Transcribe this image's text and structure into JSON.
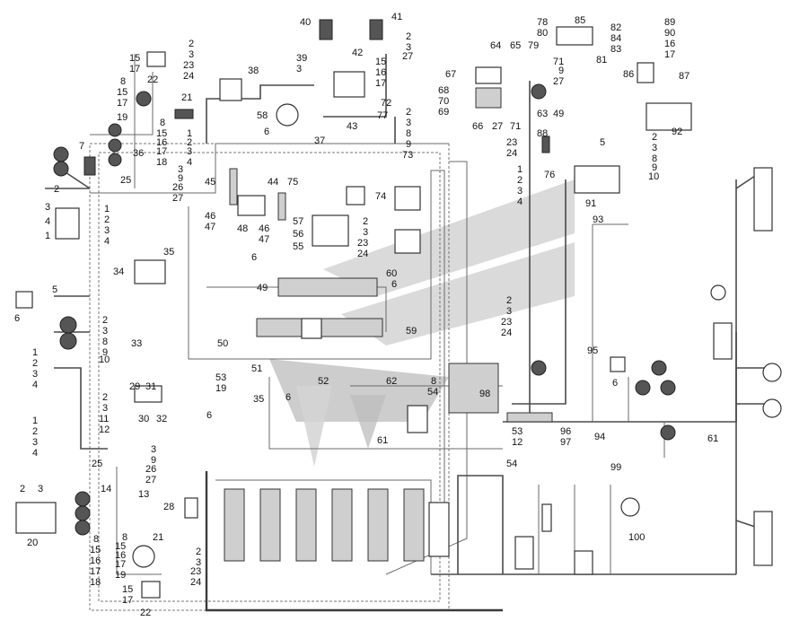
{
  "labels": [
    {
      "id": "l1",
      "text": "40"
    },
    {
      "id": "l2",
      "text": "41"
    },
    {
      "id": "l3",
      "text": "2"
    },
    {
      "id": "l4",
      "text": "3"
    },
    {
      "id": "l5",
      "text": "27"
    },
    {
      "id": "l6",
      "text": "42"
    },
    {
      "id": "l7",
      "text": "39"
    },
    {
      "id": "l8",
      "text": "3"
    },
    {
      "id": "l9",
      "text": "15"
    },
    {
      "id": "l10",
      "text": "16"
    },
    {
      "id": "l11",
      "text": "17"
    },
    {
      "id": "l12",
      "text": "72"
    },
    {
      "id": "l13",
      "text": "77"
    },
    {
      "id": "l14",
      "text": "38"
    },
    {
      "id": "l15",
      "text": "58"
    },
    {
      "id": "l16",
      "text": "6"
    },
    {
      "id": "l17",
      "text": "37"
    },
    {
      "id": "l18",
      "text": "43"
    },
    {
      "id": "l19",
      "text": "15"
    },
    {
      "id": "l20",
      "text": "17"
    },
    {
      "id": "l21",
      "text": "22"
    },
    {
      "id": "l22",
      "text": "2"
    },
    {
      "id": "l23",
      "text": "3"
    },
    {
      "id": "l24",
      "text": "23"
    },
    {
      "id": "l25",
      "text": "24"
    },
    {
      "id": "l26",
      "text": "8"
    },
    {
      "id": "l27",
      "text": "15"
    },
    {
      "id": "l28",
      "text": "17"
    },
    {
      "id": "l29",
      "text": "19"
    },
    {
      "id": "l30",
      "text": "21"
    },
    {
      "id": "l31",
      "text": "8"
    },
    {
      "id": "l32",
      "text": "15"
    },
    {
      "id": "l33",
      "text": "16"
    },
    {
      "id": "l34",
      "text": "17"
    },
    {
      "id": "l35",
      "text": "18"
    },
    {
      "id": "l36",
      "text": "36"
    },
    {
      "id": "l37",
      "text": "7"
    },
    {
      "id": "l38",
      "text": "3"
    },
    {
      "id": "l39",
      "text": "9"
    },
    {
      "id": "l40",
      "text": "26"
    },
    {
      "id": "l41",
      "text": "27"
    },
    {
      "id": "l42",
      "text": "25"
    },
    {
      "id": "l43",
      "text": "1"
    },
    {
      "id": "l44",
      "text": "2"
    },
    {
      "id": "l45",
      "text": "3"
    },
    {
      "id": "l46",
      "text": "4"
    },
    {
      "id": "l47",
      "text": "2"
    },
    {
      "id": "l48",
      "text": "3"
    },
    {
      "id": "l49",
      "text": "4"
    },
    {
      "id": "l50",
      "text": "1"
    },
    {
      "id": "l51",
      "text": "1"
    },
    {
      "id": "l52",
      "text": "2"
    },
    {
      "id": "l53",
      "text": "3"
    },
    {
      "id": "l54",
      "text": "4"
    },
    {
      "id": "l55",
      "text": "2"
    },
    {
      "id": "l56",
      "text": "3"
    },
    {
      "id": "l57",
      "text": "8"
    },
    {
      "id": "l58",
      "text": "9"
    },
    {
      "id": "l59",
      "text": "73"
    },
    {
      "id": "l60",
      "text": "44"
    },
    {
      "id": "l61",
      "text": "75"
    },
    {
      "id": "l62",
      "text": "45"
    },
    {
      "id": "l63",
      "text": "46"
    },
    {
      "id": "l64",
      "text": "47"
    },
    {
      "id": "l65",
      "text": "48"
    },
    {
      "id": "l66",
      "text": "46"
    },
    {
      "id": "l67",
      "text": "47"
    },
    {
      "id": "l68",
      "text": "57"
    },
    {
      "id": "l69",
      "text": "56"
    },
    {
      "id": "l70",
      "text": "55"
    },
    {
      "id": "l71",
      "text": "2"
    },
    {
      "id": "l72",
      "text": "3"
    },
    {
      "id": "l73",
      "text": "23"
    },
    {
      "id": "l74",
      "text": "24"
    },
    {
      "id": "l75",
      "text": "74"
    },
    {
      "id": "l76",
      "text": "35"
    },
    {
      "id": "l77",
      "text": "34"
    },
    {
      "id": "l78",
      "text": "6"
    },
    {
      "id": "l79",
      "text": "49"
    },
    {
      "id": "l80",
      "text": "60"
    },
    {
      "id": "l81",
      "text": "6"
    },
    {
      "id": "l82",
      "text": "5"
    },
    {
      "id": "l83",
      "text": "6"
    },
    {
      "id": "l84",
      "text": "2"
    },
    {
      "id": "l85",
      "text": "3"
    },
    {
      "id": "l86",
      "text": "8"
    },
    {
      "id": "l87",
      "text": "9"
    },
    {
      "id": "l88",
      "text": "10"
    },
    {
      "id": "l89",
      "text": "1"
    },
    {
      "id": "l90",
      "text": "2"
    },
    {
      "id": "l91",
      "text": "3"
    },
    {
      "id": "l92",
      "text": "4"
    },
    {
      "id": "l93",
      "text": "33"
    },
    {
      "id": "l94",
      "text": "50"
    },
    {
      "id": "l95",
      "text": "59"
    },
    {
      "id": "l96",
      "text": "53"
    },
    {
      "id": "l97",
      "text": "19"
    },
    {
      "id": "l98",
      "text": "51"
    },
    {
      "id": "l99",
      "text": "6"
    },
    {
      "id": "l100",
      "text": "52"
    },
    {
      "id": "l101",
      "text": "62"
    },
    {
      "id": "l102",
      "text": "8"
    },
    {
      "id": "l103",
      "text": "54"
    },
    {
      "id": "l104",
      "text": "98"
    },
    {
      "id": "l105",
      "text": "29"
    },
    {
      "id": "l106",
      "text": "31"
    },
    {
      "id": "l107",
      "text": "30"
    },
    {
      "id": "l108",
      "text": "32"
    },
    {
      "id": "l109",
      "text": "35"
    },
    {
      "id": "l110",
      "text": "6"
    },
    {
      "id": "l111",
      "text": "2"
    },
    {
      "id": "l112",
      "text": "3"
    },
    {
      "id": "l113",
      "text": "11"
    },
    {
      "id": "l114",
      "text": "12"
    },
    {
      "id": "l115",
      "text": "1"
    },
    {
      "id": "l116",
      "text": "2"
    },
    {
      "id": "l117",
      "text": "3"
    },
    {
      "id": "l118",
      "text": "4"
    },
    {
      "id": "l119",
      "text": "61"
    },
    {
      "id": "l120",
      "text": "25"
    },
    {
      "id": "l121",
      "text": "3"
    },
    {
      "id": "l122",
      "text": "9"
    },
    {
      "id": "l123",
      "text": "26"
    },
    {
      "id": "l124",
      "text": "27"
    },
    {
      "id": "l125",
      "text": "14"
    },
    {
      "id": "l126",
      "text": "13"
    },
    {
      "id": "l127",
      "text": "2"
    },
    {
      "id": "l128",
      "text": "3"
    },
    {
      "id": "l129",
      "text": "20"
    },
    {
      "id": "l130",
      "text": "8"
    },
    {
      "id": "l131",
      "text": "15"
    },
    {
      "id": "l132",
      "text": "16"
    },
    {
      "id": "l133",
      "text": "17"
    },
    {
      "id": "l134",
      "text": "18"
    },
    {
      "id": "l135",
      "text": "8"
    },
    {
      "id": "l136",
      "text": "15"
    },
    {
      "id": "l137",
      "text": "16"
    },
    {
      "id": "l138",
      "text": "17"
    },
    {
      "id": "l139",
      "text": "19"
    },
    {
      "id": "l140",
      "text": "21"
    },
    {
      "id": "l141",
      "text": "2"
    },
    {
      "id": "l142",
      "text": "3"
    },
    {
      "id": "l143",
      "text": "23"
    },
    {
      "id": "l144",
      "text": "24"
    },
    {
      "id": "l145",
      "text": "15"
    },
    {
      "id": "l146",
      "text": "17"
    },
    {
      "id": "l147",
      "text": "22"
    },
    {
      "id": "l148",
      "text": "28"
    },
    {
      "id": "l149",
      "text": "64"
    },
    {
      "id": "l150",
      "text": "65"
    },
    {
      "id": "l151",
      "text": "67"
    },
    {
      "id": "l152",
      "text": "68"
    },
    {
      "id": "l153",
      "text": "70"
    },
    {
      "id": "l154",
      "text": "69"
    },
    {
      "id": "l155",
      "text": "66"
    },
    {
      "id": "l156",
      "text": "27"
    },
    {
      "id": "l157",
      "text": "71"
    },
    {
      "id": "l158",
      "text": "63"
    },
    {
      "id": "l159",
      "text": "78"
    },
    {
      "id": "l160",
      "text": "85"
    },
    {
      "id": "l161",
      "text": "82"
    },
    {
      "id": "l162",
      "text": "84"
    },
    {
      "id": "l163",
      "text": "83"
    },
    {
      "id": "l164",
      "text": "80"
    },
    {
      "id": "l165",
      "text": "79"
    },
    {
      "id": "l166",
      "text": "81"
    },
    {
      "id": "l167",
      "text": "71"
    },
    {
      "id": "l168",
      "text": "9"
    },
    {
      "id": "l169",
      "text": "27"
    },
    {
      "id": "l170",
      "text": "89"
    },
    {
      "id": "l171",
      "text": "90"
    },
    {
      "id": "l172",
      "text": "16"
    },
    {
      "id": "l173",
      "text": "17"
    },
    {
      "id": "l174",
      "text": "86"
    },
    {
      "id": "l175",
      "text": "87"
    },
    {
      "id": "l176",
      "text": "92"
    },
    {
      "id": "l177",
      "text": "49"
    },
    {
      "id": "l178",
      "text": "88"
    },
    {
      "id": "l179",
      "text": "5"
    },
    {
      "id": "l180",
      "text": "23"
    },
    {
      "id": "l181",
      "text": "24"
    },
    {
      "id": "l182",
      "text": "2"
    },
    {
      "id": "l183",
      "text": "3"
    },
    {
      "id": "l184",
      "text": "8"
    },
    {
      "id": "l185",
      "text": "9"
    },
    {
      "id": "l186",
      "text": "10"
    },
    {
      "id": "l187",
      "text": "1"
    },
    {
      "id": "l188",
      "text": "2"
    },
    {
      "id": "l189",
      "text": "3"
    },
    {
      "id": "l190",
      "text": "4"
    },
    {
      "id": "l191",
      "text": "76"
    },
    {
      "id": "l192",
      "text": "91"
    },
    {
      "id": "l193",
      "text": "93"
    },
    {
      "id": "l194",
      "text": "2"
    },
    {
      "id": "l195",
      "text": "3"
    },
    {
      "id": "l196",
      "text": "23"
    },
    {
      "id": "l197",
      "text": "24"
    },
    {
      "id": "l198",
      "text": "95"
    },
    {
      "id": "l199",
      "text": "6"
    },
    {
      "id": "l200",
      "text": "94"
    },
    {
      "id": "l201",
      "text": "96"
    },
    {
      "id": "l202",
      "text": "97"
    },
    {
      "id": "l203",
      "text": "53"
    },
    {
      "id": "l204",
      "text": "12"
    },
    {
      "id": "l205",
      "text": "54"
    },
    {
      "id": "l206",
      "text": "61"
    },
    {
      "id": "l207",
      "text": "99"
    },
    {
      "id": "l208",
      "text": "100"
    }
  ]
}
